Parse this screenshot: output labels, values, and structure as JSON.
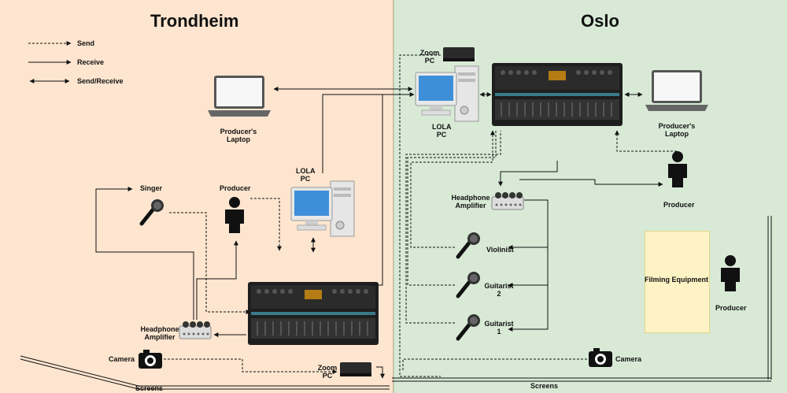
{
  "regions": {
    "trondheim": {
      "title": "Trondheim",
      "color": "#fde5cf"
    },
    "oslo": {
      "title": "Oslo",
      "color": "#d8ead6"
    }
  },
  "legend": {
    "send": "Send",
    "receive": "Receive",
    "send_receive": "Send/Receive"
  },
  "trondheim": {
    "producer_laptop": "Producer's Laptop",
    "lola_pc": "LOLA PC",
    "singer": "Singer",
    "producer": "Producer",
    "headphone_amplifier": "Headphone Amplifier",
    "camera": "Camera",
    "zoom_pc": "Zoom PC",
    "screens": "Screens"
  },
  "oslo": {
    "zoom_pc": "Zoom PC",
    "lola_pc": "LOLA PC",
    "producer_laptop": "Producer's Laptop",
    "headphone_amplifier": "Headphone Amplifier",
    "producer_top": "Producer",
    "violinist": "Violinist",
    "guitarist_2": "Guitarist 2",
    "guitarist_1": "Guitarist 1",
    "filming_equipment": "Filming Equipment",
    "producer_bottom": "Producer",
    "camera": "Camera",
    "screens": "Screens"
  },
  "icons": [
    "laptop-icon",
    "pc-icon",
    "mixing-console-icon",
    "microphone-icon",
    "person-icon",
    "camera-icon",
    "headphone-amplifier-icon",
    "zoom-box-icon"
  ]
}
